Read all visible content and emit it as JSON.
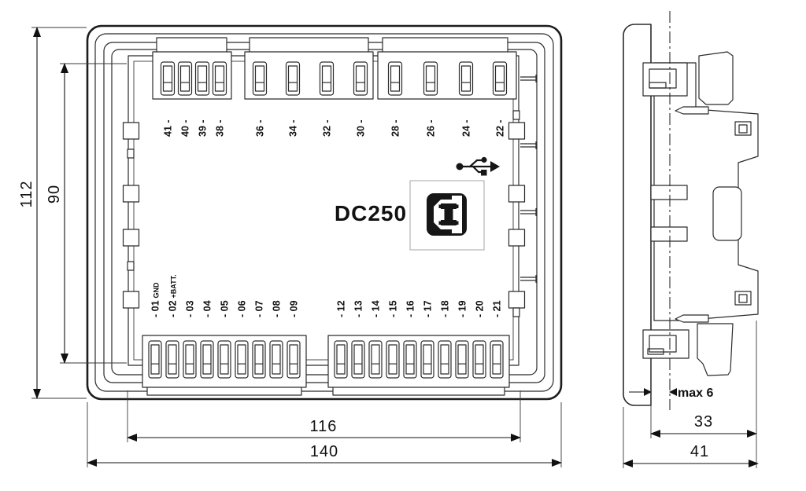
{
  "rear_view": {
    "model_label": "DC250",
    "usb_symbol_icon": "usb-trident",
    "usb_port_icon": "usb-type-b-port",
    "top_terminal_labels": [
      "41 -",
      "40 -",
      "39 -",
      "38 -",
      "36 -",
      "34 -",
      "32 -",
      "30 -",
      "28 -",
      "26 -",
      "24 -",
      "22 -"
    ],
    "bottom_terminal_labels": [
      {
        "label": "- 01",
        "suffix": "GND"
      },
      {
        "label": "- 02",
        "suffix": "+BATT."
      },
      {
        "label": "- 03",
        "suffix": ""
      },
      {
        "label": "- 04",
        "suffix": ""
      },
      {
        "label": "- 05",
        "suffix": ""
      },
      {
        "label": "- 06",
        "suffix": ""
      },
      {
        "label": "- 07",
        "suffix": ""
      },
      {
        "label": "- 08",
        "suffix": ""
      },
      {
        "label": "- 09",
        "suffix": ""
      },
      {
        "label": "- 12",
        "suffix": ""
      },
      {
        "label": "- 13",
        "suffix": ""
      },
      {
        "label": "- 14",
        "suffix": ""
      },
      {
        "label": "- 15",
        "suffix": ""
      },
      {
        "label": "- 16",
        "suffix": ""
      },
      {
        "label": "- 17",
        "suffix": ""
      },
      {
        "label": "- 18",
        "suffix": ""
      },
      {
        "label": "- 19",
        "suffix": ""
      },
      {
        "label": "- 20",
        "suffix": ""
      },
      {
        "label": "- 21",
        "suffix": ""
      }
    ],
    "dimensions": {
      "overall_height": "112",
      "cutout_height": "90",
      "cutout_width": "116",
      "overall_width": "140"
    }
  },
  "side_view": {
    "dimensions": {
      "panel_thickness": "max 6",
      "body_depth": "33",
      "overall_depth": "41"
    }
  }
}
